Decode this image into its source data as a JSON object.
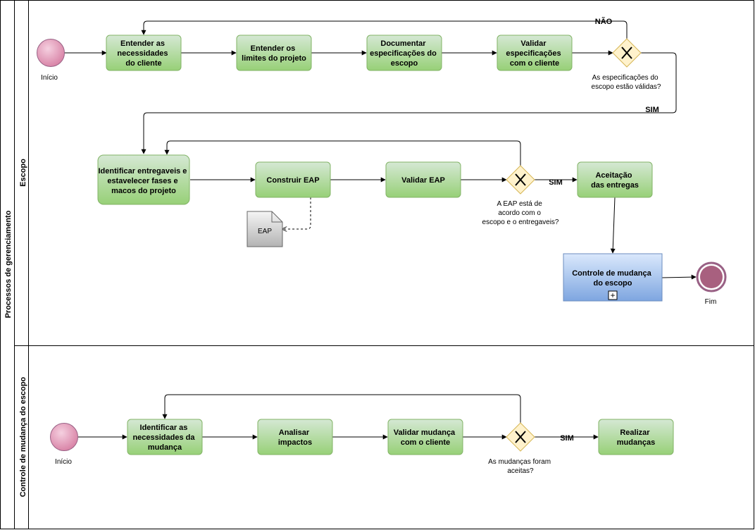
{
  "pool": {
    "title": "Processos de gerenciamento",
    "lane_scope": "Escopo",
    "lane_change": "Controle de mudança do escopo"
  },
  "lane1": {
    "start_label": "Início",
    "task1": [
      "Entender as",
      "necessidades",
      "do cliente"
    ],
    "task2": [
      "Entender os",
      "limites do projeto"
    ],
    "task3": [
      "Documentar",
      "especificações do",
      "escopo"
    ],
    "task4": [
      "Validar",
      "especificações",
      "com o cliente"
    ],
    "gw1_label": [
      "As especificações do",
      "escopo estão válidas?"
    ],
    "gw1_no": "NÃO",
    "gw1_yes": "SIM",
    "task5": [
      "Identificar entregaveis e",
      "estavelecer fases e",
      "macos do projeto"
    ],
    "task6": "Construir EAP",
    "task7": "Validar EAP",
    "doc_label": "EAP",
    "gw2_label": [
      "A EAP está de",
      "acordo com o",
      "escopo e o entregaveis?"
    ],
    "gw2_yes": "SIM",
    "task8": [
      "Aceitação",
      "das entregas"
    ],
    "subprocess": [
      "Controle de mudança",
      "do escopo"
    ],
    "subprocess_marker": "+",
    "end_label": "Fim"
  },
  "lane2": {
    "start_label": "Início",
    "task1": [
      "Identificar as",
      "necessidades da",
      "mudança"
    ],
    "task2": [
      "Analisar",
      "impactos"
    ],
    "task3": [
      "Validar mudança",
      "com o cliente"
    ],
    "gw_label": [
      "As mudanças foram",
      "aceitas?"
    ],
    "gw_yes": "SIM",
    "task4": [
      "Realizar",
      "mudanças"
    ]
  },
  "colors": {
    "task_fill_top": "#d5e8d4",
    "task_fill_bottom": "#97d077",
    "task_stroke": "#82b366",
    "gateway_fill": "#fff2cc",
    "gateway_stroke": "#d6b656",
    "event_fill": "#e6a3bc",
    "end_fill": "#a8607f",
    "sub_fill_top": "#dae8fc",
    "sub_fill_bottom": "#7ea6e0",
    "sub_stroke": "#6c8ebf"
  }
}
